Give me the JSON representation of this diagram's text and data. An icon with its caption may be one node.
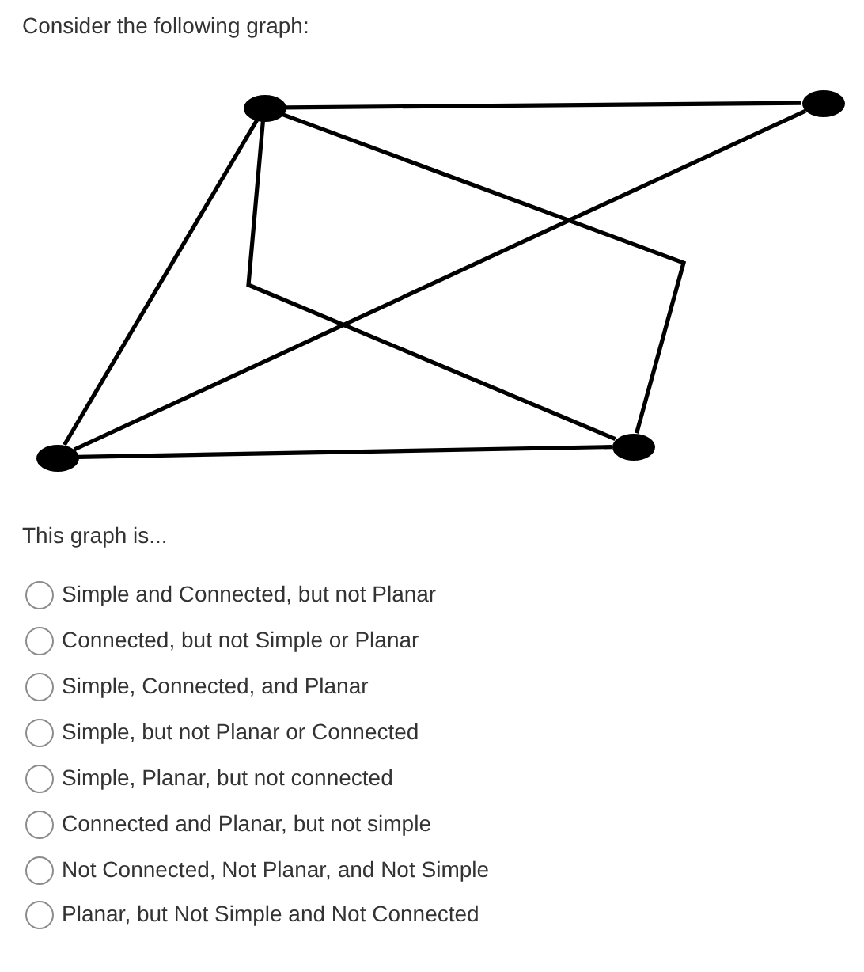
{
  "diagram": {
    "title": "Consider the following graph:",
    "nodes": [
      {
        "text": [],
        "shape": "circle"
      },
      {
        "text": [],
        "shape": "circle"
      },
      {
        "text": [],
        "shape": "circle"
      },
      {
        "text": [],
        "shape": "circle"
      }
    ],
    "edges": [
      {
        "from": 0,
        "to": 1,
        "arrow": "none"
      },
      {
        "from": 0,
        "to": 2,
        "arrow": "none"
      },
      {
        "from": 0,
        "to": 3,
        "arrow": "none"
      },
      {
        "from": 0,
        "to": 3,
        "arrow": "none"
      },
      {
        "from": 1,
        "to": 2,
        "arrow": "none"
      },
      {
        "from": 2,
        "to": 3,
        "arrow": "none"
      }
    ],
    "labels": [
      "This graph is...",
      "Simple and Connected, but not Planar",
      "Connected, but not Simple or Planar",
      "Simple, Connected, and Planar",
      "Simple, but not Planar or Connected",
      "Simple, Planar, but not connected",
      "Connected and Planar, but not simple",
      "Not Connected, Not Planar, and Not Simple",
      "Planar, but Not Simple and Not Connected"
    ]
  }
}
